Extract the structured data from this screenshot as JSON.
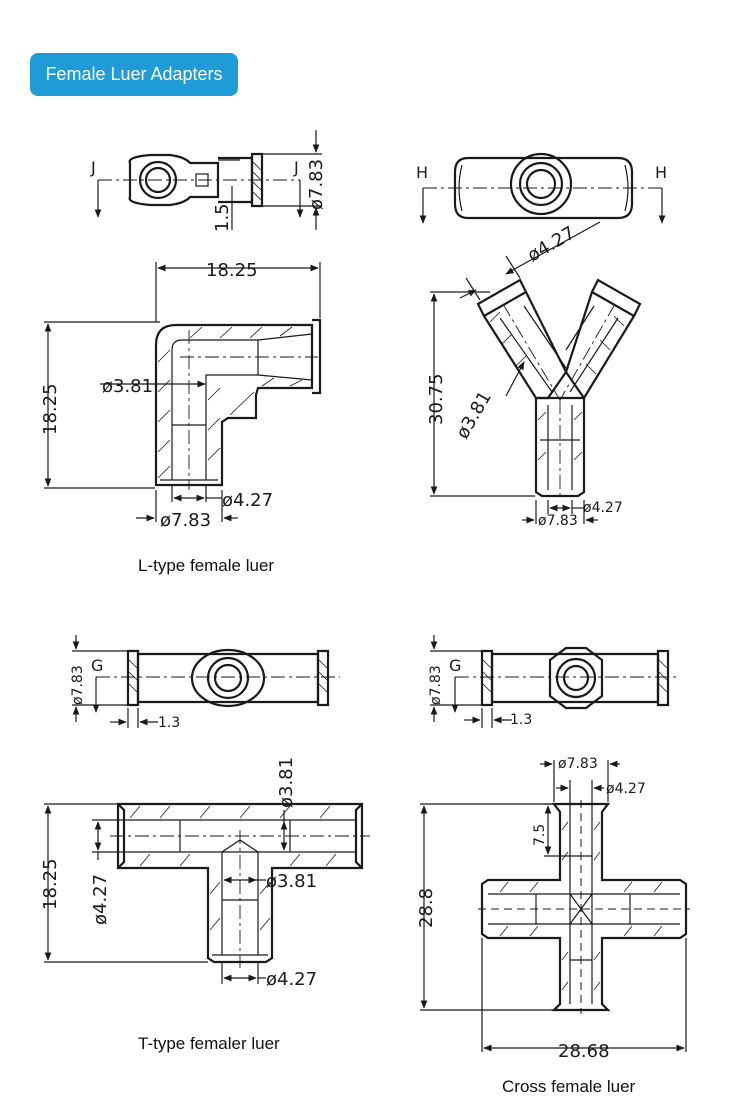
{
  "header": {
    "title": "Female Luer  Adapters"
  },
  "captions": {
    "l_type": "L-type female luer",
    "t_type": "T-type femaler luer",
    "cross": "Cross female luer"
  },
  "section_tags": {
    "j": "J",
    "h": "H",
    "g": "G"
  },
  "dims": {
    "l_top_dia": "ø7.83",
    "l_top_gap": "1.5",
    "l_width": "18.25",
    "l_height": "18.25",
    "l_inner": "ø3.81",
    "l_outlet": "ø4.27",
    "l_base": "ø7.83",
    "y_top": "ø4.27",
    "y_height": "30.75",
    "y_inner": "ø3.81",
    "y_outlet": "ø4.27",
    "y_base": "ø7.83",
    "t_top_dia": "ø7.83",
    "t_top_gap": "1.3",
    "t_height": "18.25",
    "t_left": "ø4.27",
    "t_inner_top": "ø3.81",
    "t_inner": "ø3.81",
    "t_outlet": "ø4.27",
    "c_top_dia": "ø7.83",
    "c_top_gap": "1.3",
    "c_top": "ø7.83",
    "c_top_inner": "ø4.27",
    "c_arm": "7.5",
    "c_height": "28.8",
    "c_width": "28.68"
  }
}
